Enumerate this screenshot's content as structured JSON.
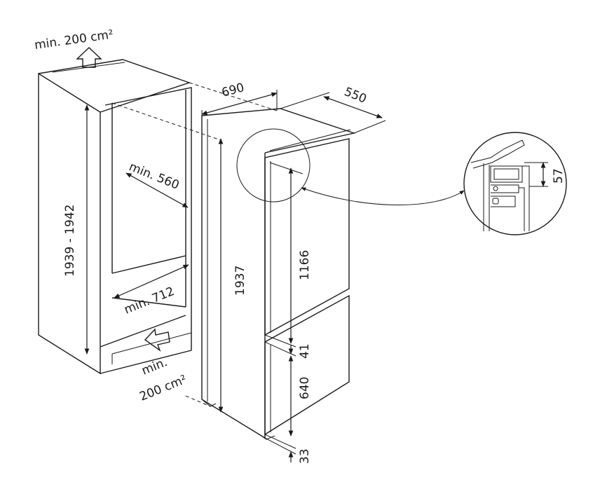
{
  "labels": {
    "vent_top": "min. 200 cm²",
    "niche_height": "1939 - 1942",
    "niche_width": "min. 560",
    "niche_depth": "min. 712",
    "vent_bottom_line1": "min.",
    "vent_bottom_line2": "200 cm²",
    "appliance_depth": "690",
    "appliance_width": "550",
    "appliance_height": "1937",
    "upper_door": "1166",
    "door_gap": "41",
    "lower_door": "640",
    "bottom_gap": "33",
    "detail_height": "57"
  },
  "colors": {
    "line": "#1a1a1a",
    "background": "#ffffff"
  }
}
